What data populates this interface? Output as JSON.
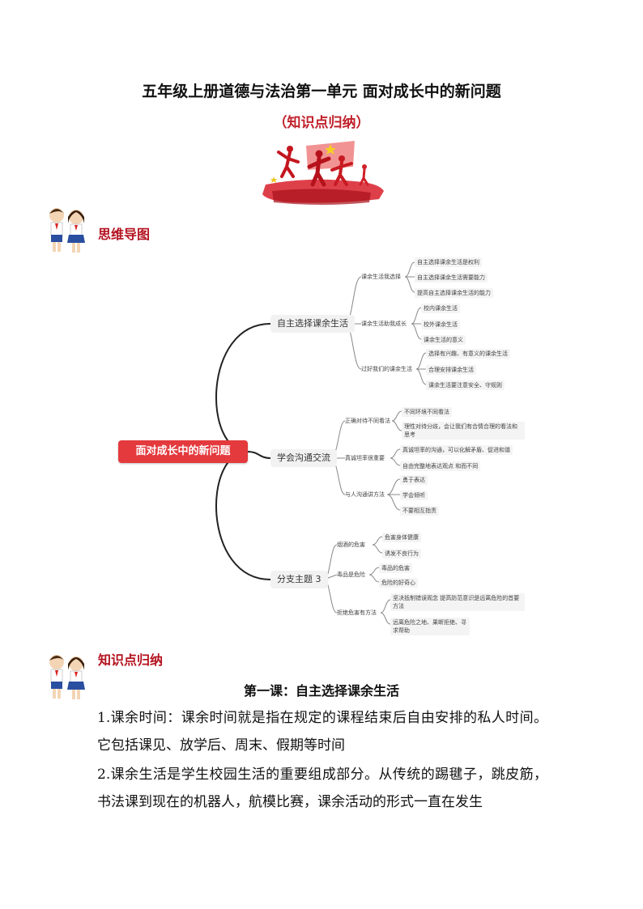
{
  "header": {
    "title": "五年级上册道德与法治第一单元 面对成长中的新问题",
    "subtitle": "（知识点归纳）"
  },
  "sections": {
    "mindmap_heading": "思维导图",
    "summary_heading": "知识点归纳"
  },
  "mindmap": {
    "root": "面对成长中的新问题",
    "branch1": {
      "label": "自主选择课余生活",
      "groups": [
        {
          "label": "课余生活我选择",
          "leaves": [
            "自主选择课余生活是权利",
            "自主选择课余生活需要能力",
            "提高自主选择课余生活的能力"
          ]
        },
        {
          "label": "课余生活助我成长",
          "leaves": [
            "校内课余生活",
            "校外课余生活",
            "课余生活的意义"
          ]
        },
        {
          "label": "过好我们的课余生活",
          "leaves": [
            "选择有兴趣、有意义的课余生活",
            "合理安排课余生活",
            "课余生活要注意安全、守规则"
          ]
        }
      ]
    },
    "branch2": {
      "label": "学会沟通交流",
      "groups": [
        {
          "label": "正确对待不同看法",
          "leaves": [
            "不同环境不同看法",
            "理性对待分歧，会让我们有合情合理的看法和思考"
          ]
        },
        {
          "label": "真诚坦率很重要",
          "leaves": [
            "真诚坦率的沟通，可以化解矛盾、促进和谐",
            "自由完整地表达观点 和而不同"
          ]
        },
        {
          "label": "与人沟通讲方法",
          "leaves": [
            "勇于表达",
            "学会倾听",
            "不要相互指责"
          ]
        }
      ]
    },
    "branch3": {
      "label": "分支主题 3",
      "groups": [
        {
          "label": "烟酒的危害",
          "leaves": [
            "危害身体健康",
            "诱发不良行为"
          ]
        },
        {
          "label": "毒品是危险",
          "leaves": [
            "毒品的危害",
            "危险的好奇心"
          ]
        },
        {
          "label": "拒绝危害有方法",
          "leaves": [
            "坚决抵制错误观念 提高防范意识是远离危险的首要方法",
            "远离危险之地、果断拒绝、寻求帮助"
          ]
        }
      ]
    }
  },
  "lesson": {
    "title": "第一课：自主选择课余生活",
    "para1": "1.课余时间：课余时间就是指在规定的课程结束后自由安排的私人时间。它包括课见、放学后、周末、假期等时间",
    "para2": "2.课余生活是学生校园生活的重要组成部分。从传统的踢毽子，跳皮筋，书法课到现在的机器人，航模比赛，课余活动的形式一直在发生"
  },
  "colors": {
    "accent_red": "#b3121f",
    "root_red": "#e43a3e",
    "subtitle_red": "#c0202a"
  }
}
